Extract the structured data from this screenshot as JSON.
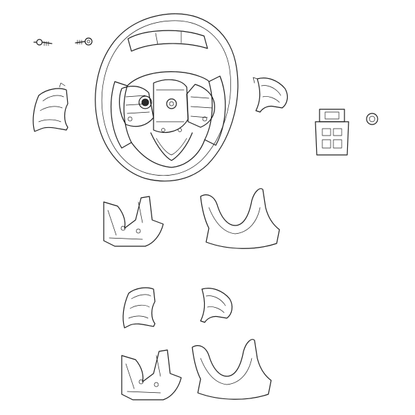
{
  "diagram": {
    "parts": [
      {
        "name": "steering-wheel"
      },
      {
        "name": "screw"
      },
      {
        "name": "screw"
      },
      {
        "name": "left-switch-bezel"
      },
      {
        "name": "right-switch-bezel"
      },
      {
        "name": "switch-module"
      },
      {
        "name": "nut"
      },
      {
        "name": "left-paddle-shifter"
      },
      {
        "name": "lower-trim-cover"
      },
      {
        "name": "left-switch-bezel"
      },
      {
        "name": "right-switch-bezel"
      },
      {
        "name": "left-paddle-shifter"
      },
      {
        "name": "lower-trim-cover"
      }
    ]
  }
}
